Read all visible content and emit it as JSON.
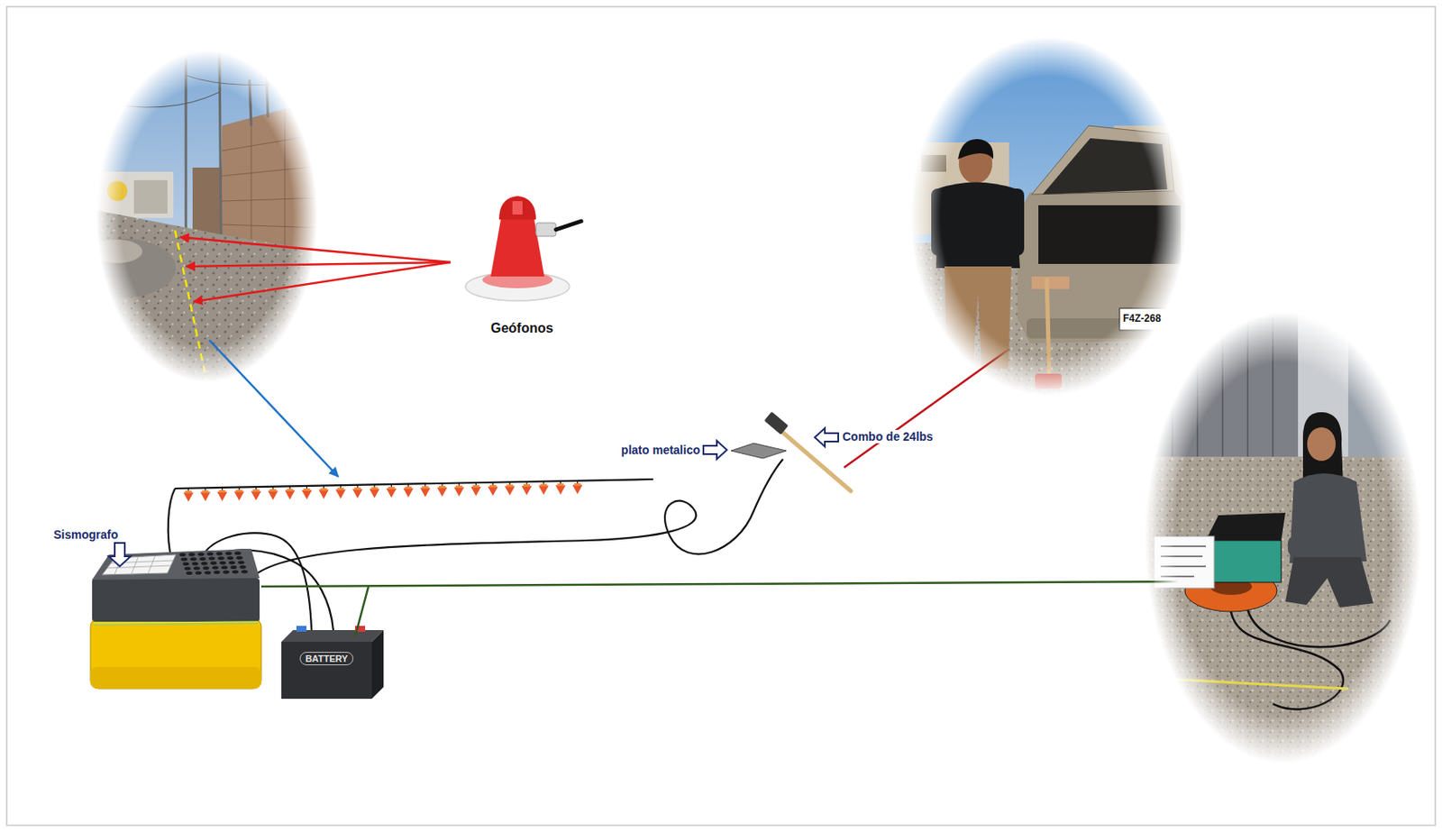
{
  "diagram": {
    "nodes": [
      {
        "text": [
          "BATTERY"
        ]
      }
    ],
    "labels": [
      "Geófonos",
      "plato metalico",
      "Combo de 24lbs",
      "Sismografo",
      "F4Z-268"
    ]
  }
}
